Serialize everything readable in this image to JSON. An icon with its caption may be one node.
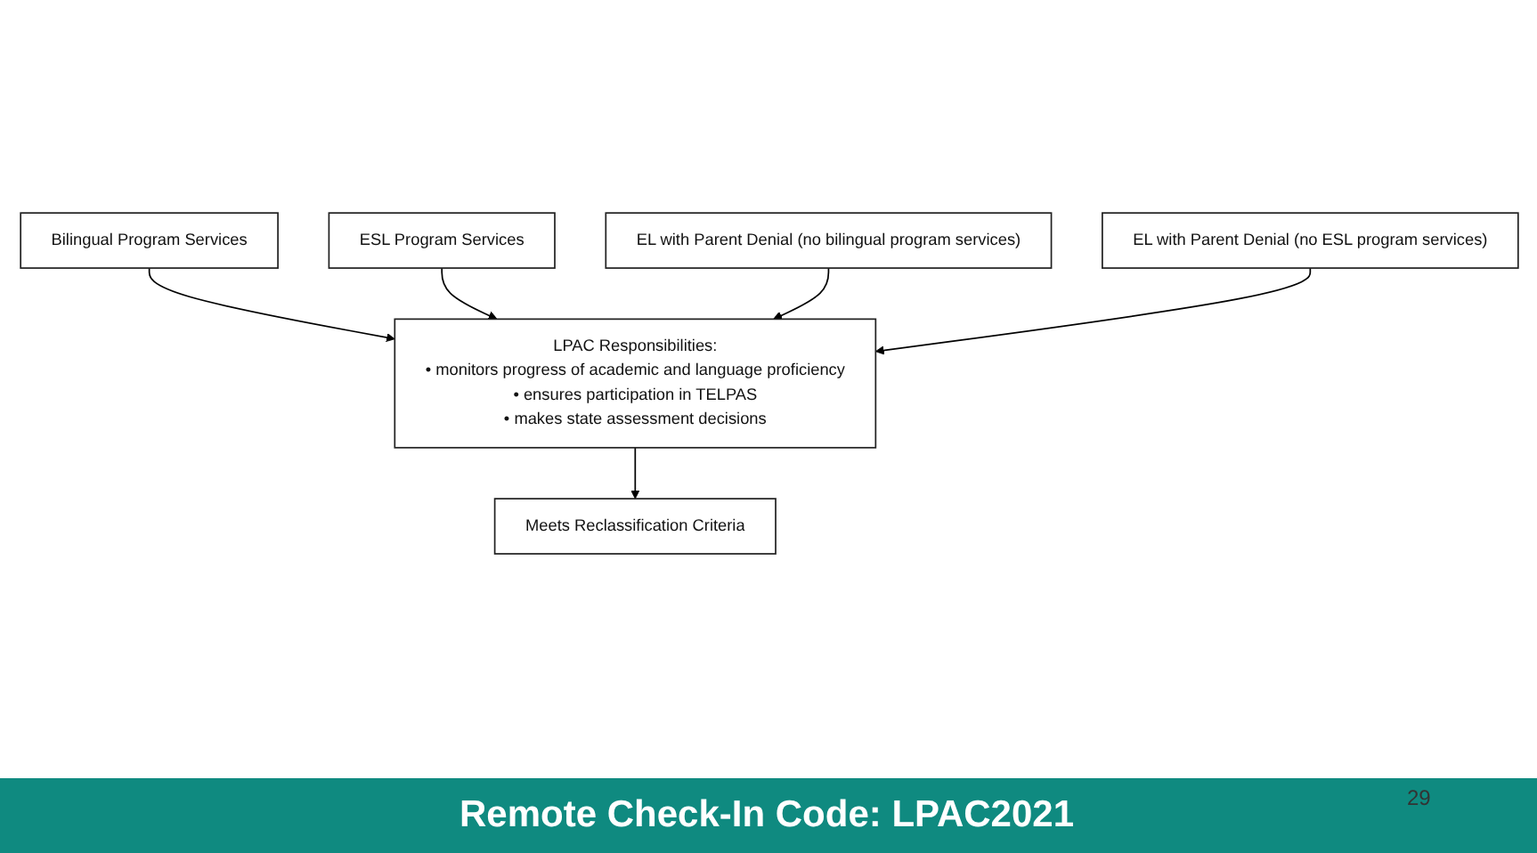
{
  "diagram": {
    "caption": "Remote Check-In Code: LPAC2021",
    "nodes": [
      {
        "text": [
          "Bilingual Program Services"
        ]
      },
      {
        "text": [
          "ESL Program Services"
        ]
      },
      {
        "text": [
          "EL with Parent Denial (no bilingual program services)"
        ]
      },
      {
        "text": [
          "LPAC Responsibilities:",
          "• monitors progress of academic and language proficiency",
          "• ensures participation in TELPAS",
          "• makes state assessment decisions"
        ]
      },
      {
        "text": [
          "EL with Parent Denial (no ESL program services)"
        ]
      },
      {
        "text": [
          "Meets Reclassification Criteria"
        ]
      }
    ],
    "edges": [
      {
        "from": 0,
        "to": 3,
        "arrow": "to"
      },
      {
        "from": 1,
        "to": 3,
        "arrow": "to"
      },
      {
        "from": 2,
        "to": 3,
        "arrow": "to"
      },
      {
        "from": 4,
        "to": 3,
        "arrow": "to"
      },
      {
        "from": 3,
        "to": 5,
        "arrow": "to"
      }
    ],
    "labels": [
      "29"
    ]
  }
}
